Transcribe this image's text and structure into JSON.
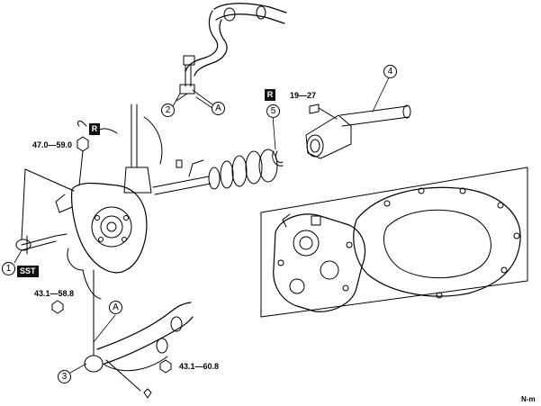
{
  "callouts": {
    "c1": "1",
    "c2": "2",
    "c3": "3",
    "c4": "4",
    "c5": "5",
    "a_upper": "A",
    "a_lower": "A"
  },
  "torques": {
    "tie_rod_nut": "47.0—59.0",
    "bolt_19_27": "19—27",
    "lower_arm_bolt": "43.1—58.8",
    "lower_arm_nut": "43.1—60.8"
  },
  "badges": {
    "replace_top": "R",
    "replace_mid": "R",
    "sst": "SST"
  },
  "figure_code": "N-m"
}
